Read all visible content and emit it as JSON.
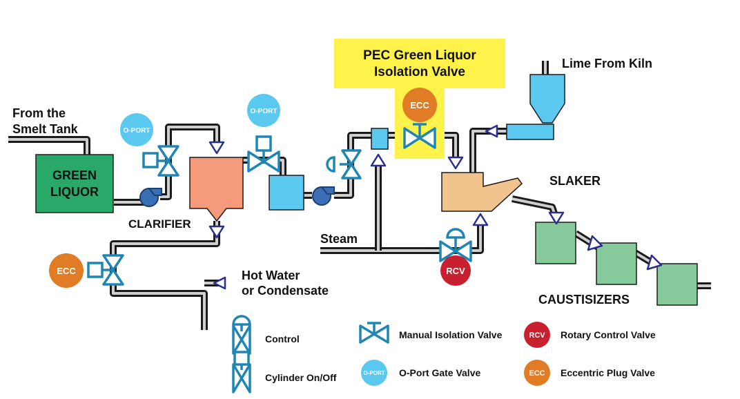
{
  "labels": {
    "from_smelt_line1": "From the",
    "from_smelt_line2": "Smelt Tank",
    "green_liquor_line1": "GREEN",
    "green_liquor_line2": "LIQUOR",
    "clarifier": "CLARIFIER",
    "lime_from_kiln": "Lime From Kiln",
    "slaker": "SLAKER",
    "steam": "Steam",
    "hot_water_line1": "Hot Water",
    "hot_water_line2": "or Condensate",
    "caustisizers": "CAUSTISIZERS"
  },
  "callout": {
    "line1": "PEC Green Liquor",
    "line2": "Isolation Valve"
  },
  "badges": {
    "oport": "O-PORT",
    "ecc": "ECC",
    "rcv": "RCV"
  },
  "legend": {
    "control": "Control",
    "cylinder": "Cylinder On/Off",
    "manual": "Manual Isolation Valve",
    "oport_gate": "O-Port Gate Valve",
    "rotary": "Rotary Control Valve",
    "eccentric": "Eccentric Plug Valve",
    "oport_badge": "O-PORT",
    "rcv_badge": "RCV",
    "ecc_badge": "ECC"
  },
  "colors": {
    "green_liquor_tank": "#2aa86a",
    "clarifier": "#f59a7a",
    "blue_tank": "#5bc8f0",
    "slaker": "#f2c48d",
    "caustisizer": "#86c99b",
    "callout_bg": "#fff24a",
    "oport_badge": "#5bc8f0",
    "ecc_badge": "#e07b26",
    "rcv_badge": "#c8202f",
    "valve_stroke": "#1f86b4",
    "arrow_stroke": "#2b2f8c"
  }
}
